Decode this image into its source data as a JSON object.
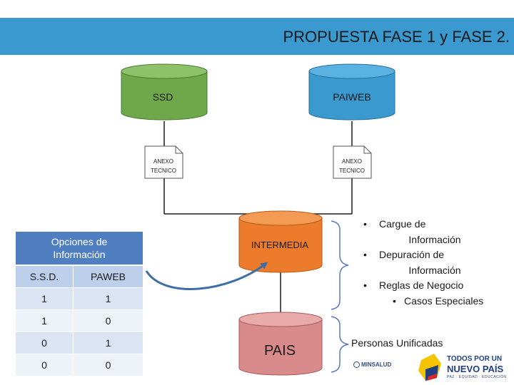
{
  "header": {
    "title": "PROPUESTA FASE 1 y FASE 2."
  },
  "databases": {
    "ssd": {
      "label": "SSD",
      "color": "#6fa84b"
    },
    "paiweb": {
      "label": "PAIWEB",
      "color": "#3a9ad0"
    },
    "intermedia": {
      "label": "INTERMEDIA",
      "color": "#ec7b2c"
    },
    "pais": {
      "label": "PAIS",
      "color": "#d98a8a"
    }
  },
  "documents": {
    "left": {
      "line1": "ANEXO",
      "line2": "TECNICO"
    },
    "right": {
      "line1": "ANEXO",
      "line2": "TECNICO"
    }
  },
  "options_table": {
    "title_line1": "Opciones de",
    "title_line2": "Información",
    "headers": [
      "S.S.D.",
      "PAWEB"
    ],
    "rows": [
      [
        "1",
        "1"
      ],
      [
        "1",
        "0"
      ],
      [
        "0",
        "1"
      ],
      [
        "0",
        "0"
      ]
    ]
  },
  "processes": {
    "cargue": {
      "line1": "Cargue de",
      "line2": "Información"
    },
    "depuracion": {
      "line1": "Depuración de",
      "line2": "Información"
    },
    "reglas": "Reglas de Negocio",
    "casos": "Casos Especiales"
  },
  "personas": "Personas Unificadas",
  "logos": {
    "minsalud": "MINSALUD",
    "gov_line1": "TODOS POR UN",
    "gov_line2": "NUEVO PAÍS",
    "gov_line3": "PAZ · EQUIDAD · EDUCACIÓN"
  },
  "colors": {
    "header": "#3a9ad0",
    "bracket": "#5a78c0",
    "arrow": "#3f6ea6",
    "table_title": "#4f7fc0"
  }
}
